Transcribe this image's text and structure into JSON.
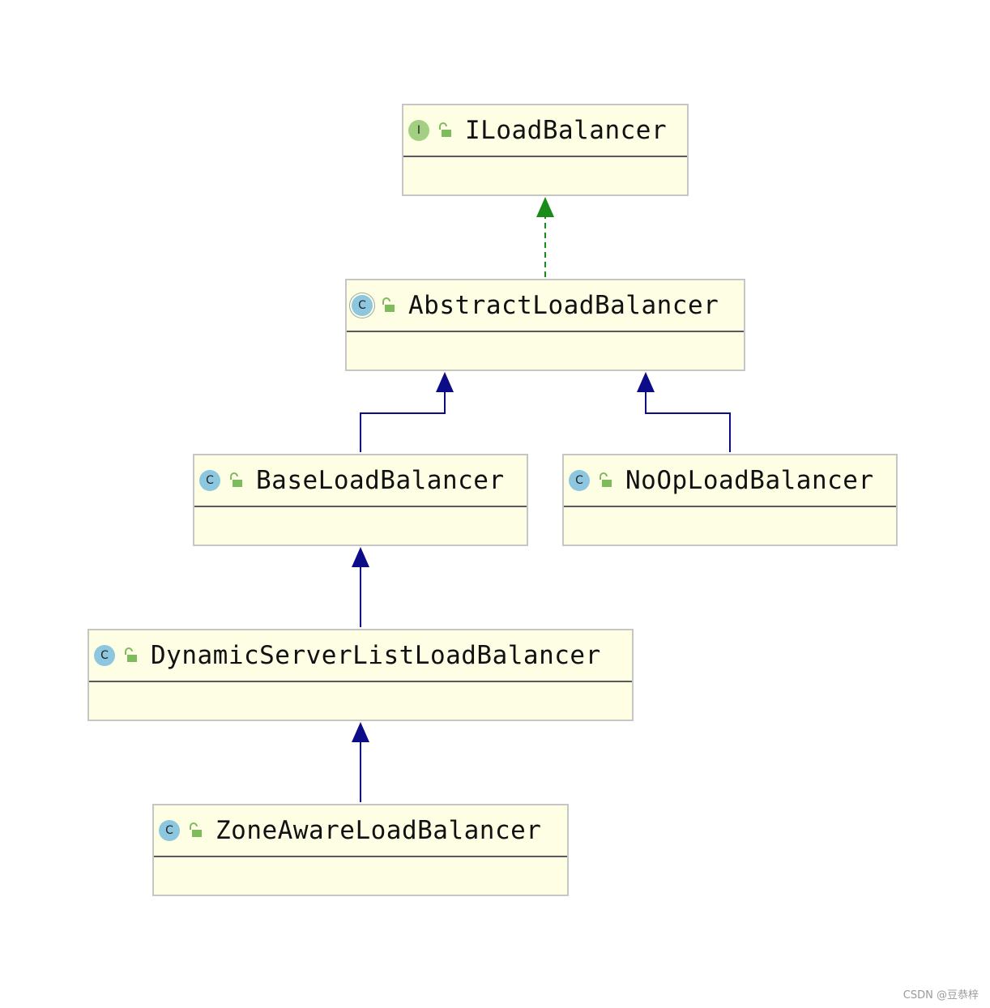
{
  "classes": [
    {
      "id": "iloadbalancer",
      "badge": "I",
      "kind": "interface",
      "name": "ILoadBalancer"
    },
    {
      "id": "abstractloadbalancer",
      "badge": "C",
      "kind": "abstract",
      "name": "AbstractLoadBalancer"
    },
    {
      "id": "baseloadbalancer",
      "badge": "C",
      "kind": "class",
      "name": "BaseLoadBalancer"
    },
    {
      "id": "noploadbalancer",
      "badge": "C",
      "kind": "class",
      "name": "NoOpLoadBalancer"
    },
    {
      "id": "dynamicserverlistloadbalancer",
      "badge": "C",
      "kind": "class",
      "name": "DynamicServerListLoadBalancer"
    },
    {
      "id": "zoneawareloadbalancer",
      "badge": "C",
      "kind": "class",
      "name": "ZoneAwareLoadBalancer"
    }
  ],
  "relations": [
    {
      "from": "abstractloadbalancer",
      "to": "iloadbalancer",
      "type": "implements"
    },
    {
      "from": "baseloadbalancer",
      "to": "abstractloadbalancer",
      "type": "extends"
    },
    {
      "from": "noploadbalancer",
      "to": "abstractloadbalancer",
      "type": "extends"
    },
    {
      "from": "dynamicserverlistloadbalancer",
      "to": "baseloadbalancer",
      "type": "extends"
    },
    {
      "from": "zoneawareloadbalancer",
      "to": "dynamicserverlistloadbalancer",
      "type": "extends"
    }
  ],
  "colors": {
    "implements": "#1a8a1a",
    "extends": "#0c0c88",
    "box_fill": "#fefee4",
    "interface_badge": "#a3cf82",
    "class_badge": "#8cc6df",
    "lock": "#7dbb5c"
  },
  "icons": {
    "visibility": "unlock-icon"
  },
  "watermark": "CSDN @豆恭梓"
}
